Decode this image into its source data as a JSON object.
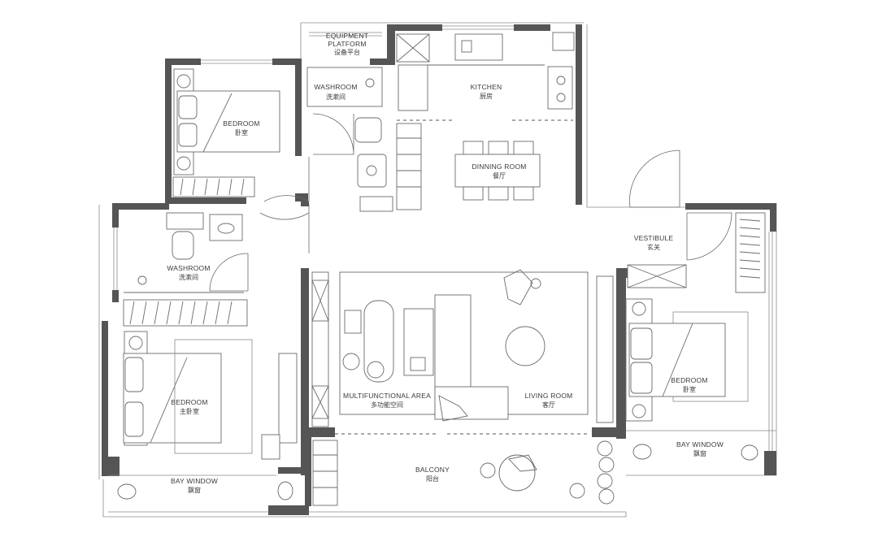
{
  "rooms": {
    "equipment_platform": {
      "en_line1": "EQUIPMENT",
      "en_line2": "PLATFORM",
      "cn": "设备平台"
    },
    "washroom_top": {
      "en": "WASHROOM",
      "cn": "洗漱间"
    },
    "kitchen": {
      "en": "KITCHEN",
      "cn": "厨房"
    },
    "bedroom_top": {
      "en": "BEDROOM",
      "cn": "卧室"
    },
    "dining_room": {
      "en": "DINNING ROOM",
      "cn": "餐厅"
    },
    "vestibule": {
      "en": "VESTIBULE",
      "cn": "玄关"
    },
    "washroom_left": {
      "en": "WASHROOM",
      "cn": "洗漱间"
    },
    "bedroom_right": {
      "en": "BEDROOM",
      "cn": "卧室"
    },
    "master_bedroom": {
      "en": "BEDROOM",
      "cn": "主卧室"
    },
    "multifunctional_area": {
      "en": "MULTIFUNCTIONAL AREA",
      "cn": "多功能空间"
    },
    "living_room": {
      "en": "LIVING ROOM",
      "cn": "客厅"
    },
    "bay_window_right": {
      "en": "BAY WINDOW",
      "cn": "飘窗"
    },
    "balcony": {
      "en": "BALCONY",
      "cn": "阳台"
    },
    "bay_window_left": {
      "en": "BAY WINDOW",
      "cn": "飘窗"
    }
  },
  "colors": {
    "wall": "#555555",
    "line": "#6a6a6a",
    "background": "#ffffff"
  }
}
